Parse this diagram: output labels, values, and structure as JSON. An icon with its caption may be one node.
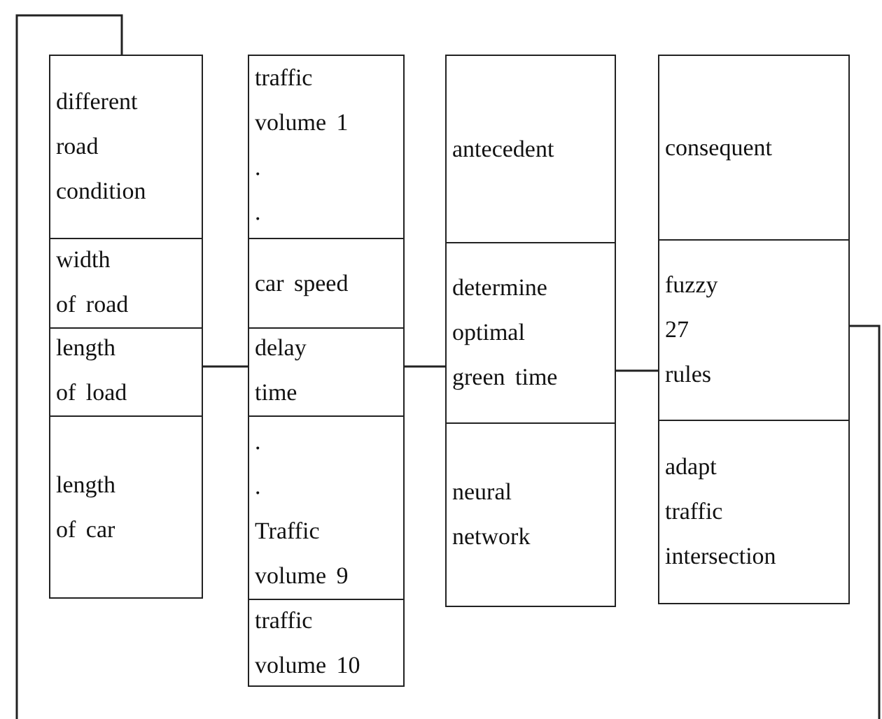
{
  "diagram": {
    "nodes": [
      {
        "text": [
          "different road condition"
        ]
      },
      {
        "text": [
          "width of road"
        ]
      },
      {
        "text": [
          "length of load"
        ]
      },
      {
        "text": [
          "length of car"
        ]
      },
      {
        "text": [
          "traffic volume 1 . ."
        ]
      },
      {
        "text": [
          "car speed"
        ]
      },
      {
        "text": [
          "delay time"
        ]
      },
      {
        "text": [
          ". . Traffic volume 9"
        ]
      },
      {
        "text": [
          "traffic volume 10"
        ]
      },
      {
        "text": [
          "antecedent"
        ]
      },
      {
        "text": [
          "determine optimal green time"
        ]
      },
      {
        "text": [
          "neural network"
        ]
      },
      {
        "text": [
          "consequent"
        ]
      },
      {
        "text": [
          "fuzzy 27 rules"
        ]
      },
      {
        "text": [
          "adapt traffic intersection"
        ]
      }
    ],
    "edges": [
      {
        "from": 2,
        "to": 6,
        "arrow": "none"
      },
      {
        "from": 6,
        "to": 10,
        "arrow": "none"
      },
      {
        "from": 10,
        "to": 13,
        "arrow": "none"
      },
      {
        "from": 13,
        "to": null,
        "arrow": "none"
      },
      {
        "from": null,
        "to": 0,
        "arrow": "none"
      }
    ]
  }
}
